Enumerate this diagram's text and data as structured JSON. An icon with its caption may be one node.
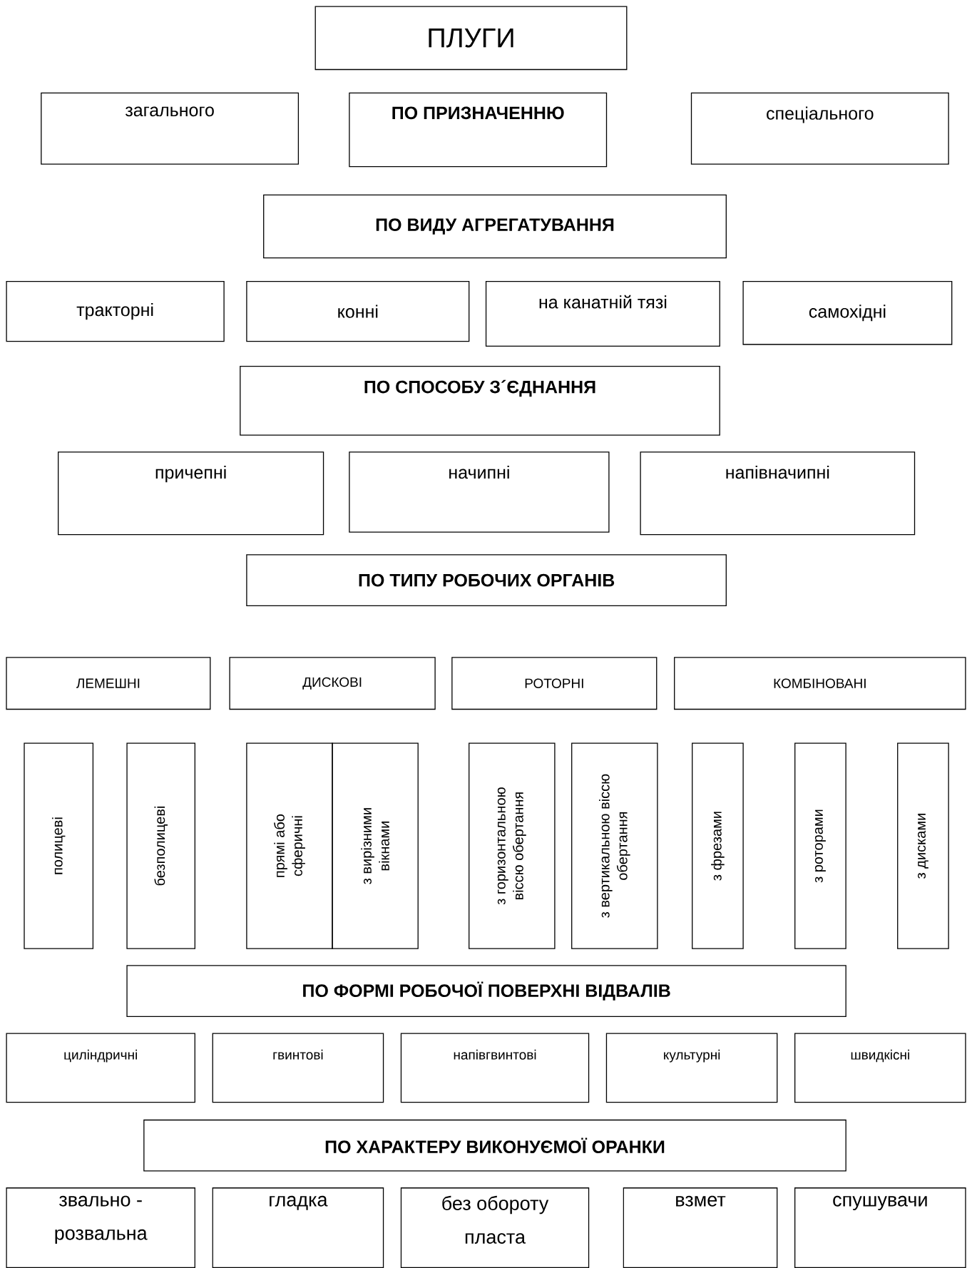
{
  "diagram": {
    "nodes": [
      {
        "text": [
          "ПЛУГИ"
        ]
      },
      {
        "text": [
          "загального"
        ]
      },
      {
        "text": [
          "ПО ПРИЗНАЧЕННЮ"
        ]
      },
      {
        "text": [
          "спеціального"
        ]
      },
      {
        "text": [
          "ПО ВИДУ АГРЕГАТУВАННЯ"
        ]
      },
      {
        "text": [
          "тракторні"
        ]
      },
      {
        "text": [
          "конні"
        ]
      },
      {
        "text": [
          "на канатній тязі"
        ]
      },
      {
        "text": [
          "самохідні"
        ]
      },
      {
        "text": [
          "ПО СПОСОБУ З´ЄДНАННЯ"
        ]
      },
      {
        "text": [
          "причепні"
        ]
      },
      {
        "text": [
          "начипні"
        ]
      },
      {
        "text": [
          "напівначипні"
        ]
      },
      {
        "text": [
          "ПО ТИПУ РОБОЧИХ ОРГАНІВ"
        ]
      },
      {
        "text": [
          "ЛЕМЕШНІ"
        ]
      },
      {
        "text": [
          "ДИСКОВІ"
        ]
      },
      {
        "text": [
          "РОТОРНІ"
        ]
      },
      {
        "text": [
          "КОМБІНОВАНІ"
        ]
      },
      {
        "text": [
          "полицеві"
        ]
      },
      {
        "text": [
          "безполицеві"
        ]
      },
      {
        "text": [
          "прямі або сферичні"
        ]
      },
      {
        "text": [
          "з вирізними вікнами"
        ]
      },
      {
        "text": [
          "з горизонтальною віссю обертання"
        ]
      },
      {
        "text": [
          "з вертикальною віссю обертання"
        ]
      },
      {
        "text": [
          "з фрезами"
        ]
      },
      {
        "text": [
          "з роторами"
        ]
      },
      {
        "text": [
          "з дисками"
        ]
      },
      {
        "text": [
          "ПО ФОРМІ РОБОЧОЇ ПОВЕРХНІ ВІДВАЛІВ"
        ]
      },
      {
        "text": [
          "циліндричні"
        ]
      },
      {
        "text": [
          "гвинтові"
        ]
      },
      {
        "text": [
          "напівгвинтові"
        ]
      },
      {
        "text": [
          "культурні"
        ]
      },
      {
        "text": [
          "швидкісні"
        ]
      },
      {
        "text": [
          "ПО ХАРАКТЕРУ ВИКОНУЄМОЇ ОРАНКИ"
        ]
      },
      {
        "text": [
          "звально - розвальна"
        ]
      },
      {
        "text": [
          "гладка"
        ]
      },
      {
        "text": [
          "без обороту пласта"
        ]
      },
      {
        "text": [
          "взмет"
        ]
      },
      {
        "text": [
          "спушувачи"
        ]
      }
    ]
  }
}
